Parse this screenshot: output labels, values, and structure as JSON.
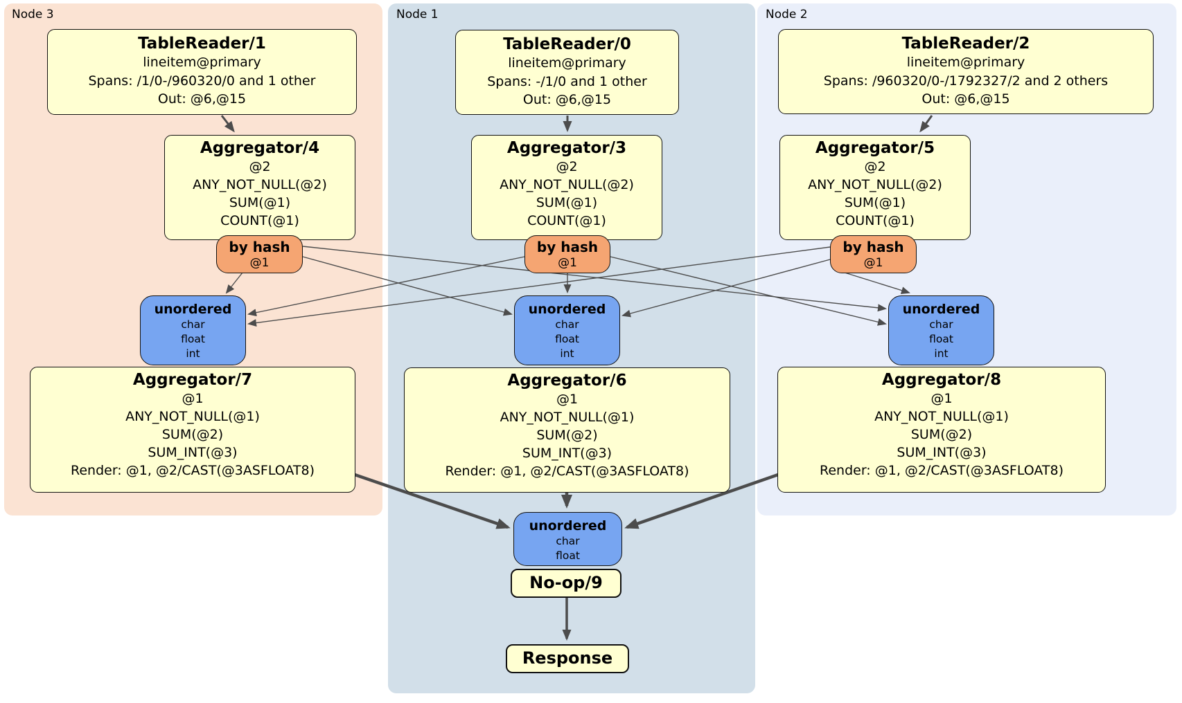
{
  "title": "DistSQL physical plan diagram",
  "colors": {
    "node3_bg": "#fbe3d3",
    "node1_bg": "#d2dfe9",
    "node2_bg": "#eaeffa",
    "processor_fill": "#ffffd2",
    "hash_router_fill": "#f5a572",
    "sync_fill": "#77a5f1",
    "edge": "#4c4c4c",
    "border": "#101010"
  },
  "groups": [
    {
      "label": "Node 3",
      "table_reader": {
        "title": "TableReader/1",
        "lines": [
          "lineitem@primary",
          "Spans: /1/0-/960320/0 and 1 other",
          "Out: @6,@15"
        ]
      },
      "aggregator_top": {
        "title": "Aggregator/4",
        "lines": [
          "@2",
          "ANY_NOT_NULL(@2)",
          "SUM(@1)",
          "COUNT(@1)"
        ]
      },
      "router": {
        "title": "by hash",
        "key": "@1"
      },
      "sync": {
        "title": "unordered",
        "streams": [
          "char",
          "float",
          "int"
        ]
      },
      "aggregator_bottom": {
        "title": "Aggregator/7",
        "lines": [
          "@1",
          "ANY_NOT_NULL(@1)",
          "SUM(@2)",
          "SUM_INT(@3)",
          "Render: @1, @2/CAST(@3ASFLOAT8)"
        ]
      }
    },
    {
      "label": "Node 1",
      "table_reader": {
        "title": "TableReader/0",
        "lines": [
          "lineitem@primary",
          "Spans: -/1/0 and 1 other",
          "Out: @6,@15"
        ]
      },
      "aggregator_top": {
        "title": "Aggregator/3",
        "lines": [
          "@2",
          "ANY_NOT_NULL(@2)",
          "SUM(@1)",
          "COUNT(@1)"
        ]
      },
      "router": {
        "title": "by hash",
        "key": "@1"
      },
      "sync": {
        "title": "unordered",
        "streams": [
          "char",
          "float",
          "int"
        ]
      },
      "aggregator_bottom": {
        "title": "Aggregator/6",
        "lines": [
          "@1",
          "ANY_NOT_NULL(@1)",
          "SUM(@2)",
          "SUM_INT(@3)",
          "Render: @1, @2/CAST(@3ASFLOAT8)"
        ]
      }
    },
    {
      "label": "Node 2",
      "table_reader": {
        "title": "TableReader/2",
        "lines": [
          "lineitem@primary",
          "Spans: /960320/0-/1792327/2 and 2 others",
          "Out: @6,@15"
        ]
      },
      "aggregator_top": {
        "title": "Aggregator/5",
        "lines": [
          "@2",
          "ANY_NOT_NULL(@2)",
          "SUM(@1)",
          "COUNT(@1)"
        ]
      },
      "router": {
        "title": "by hash",
        "key": "@1"
      },
      "sync": {
        "title": "unordered",
        "streams": [
          "char",
          "float",
          "int"
        ]
      },
      "aggregator_bottom": {
        "title": "Aggregator/8",
        "lines": [
          "@1",
          "ANY_NOT_NULL(@1)",
          "SUM(@2)",
          "SUM_INT(@3)",
          "Render: @1, @2/CAST(@3ASFLOAT8)"
        ]
      }
    }
  ],
  "output": {
    "sync": {
      "title": "unordered",
      "streams": [
        "char",
        "float"
      ]
    },
    "noop_label": "No-op/9",
    "response_label": "Response"
  }
}
